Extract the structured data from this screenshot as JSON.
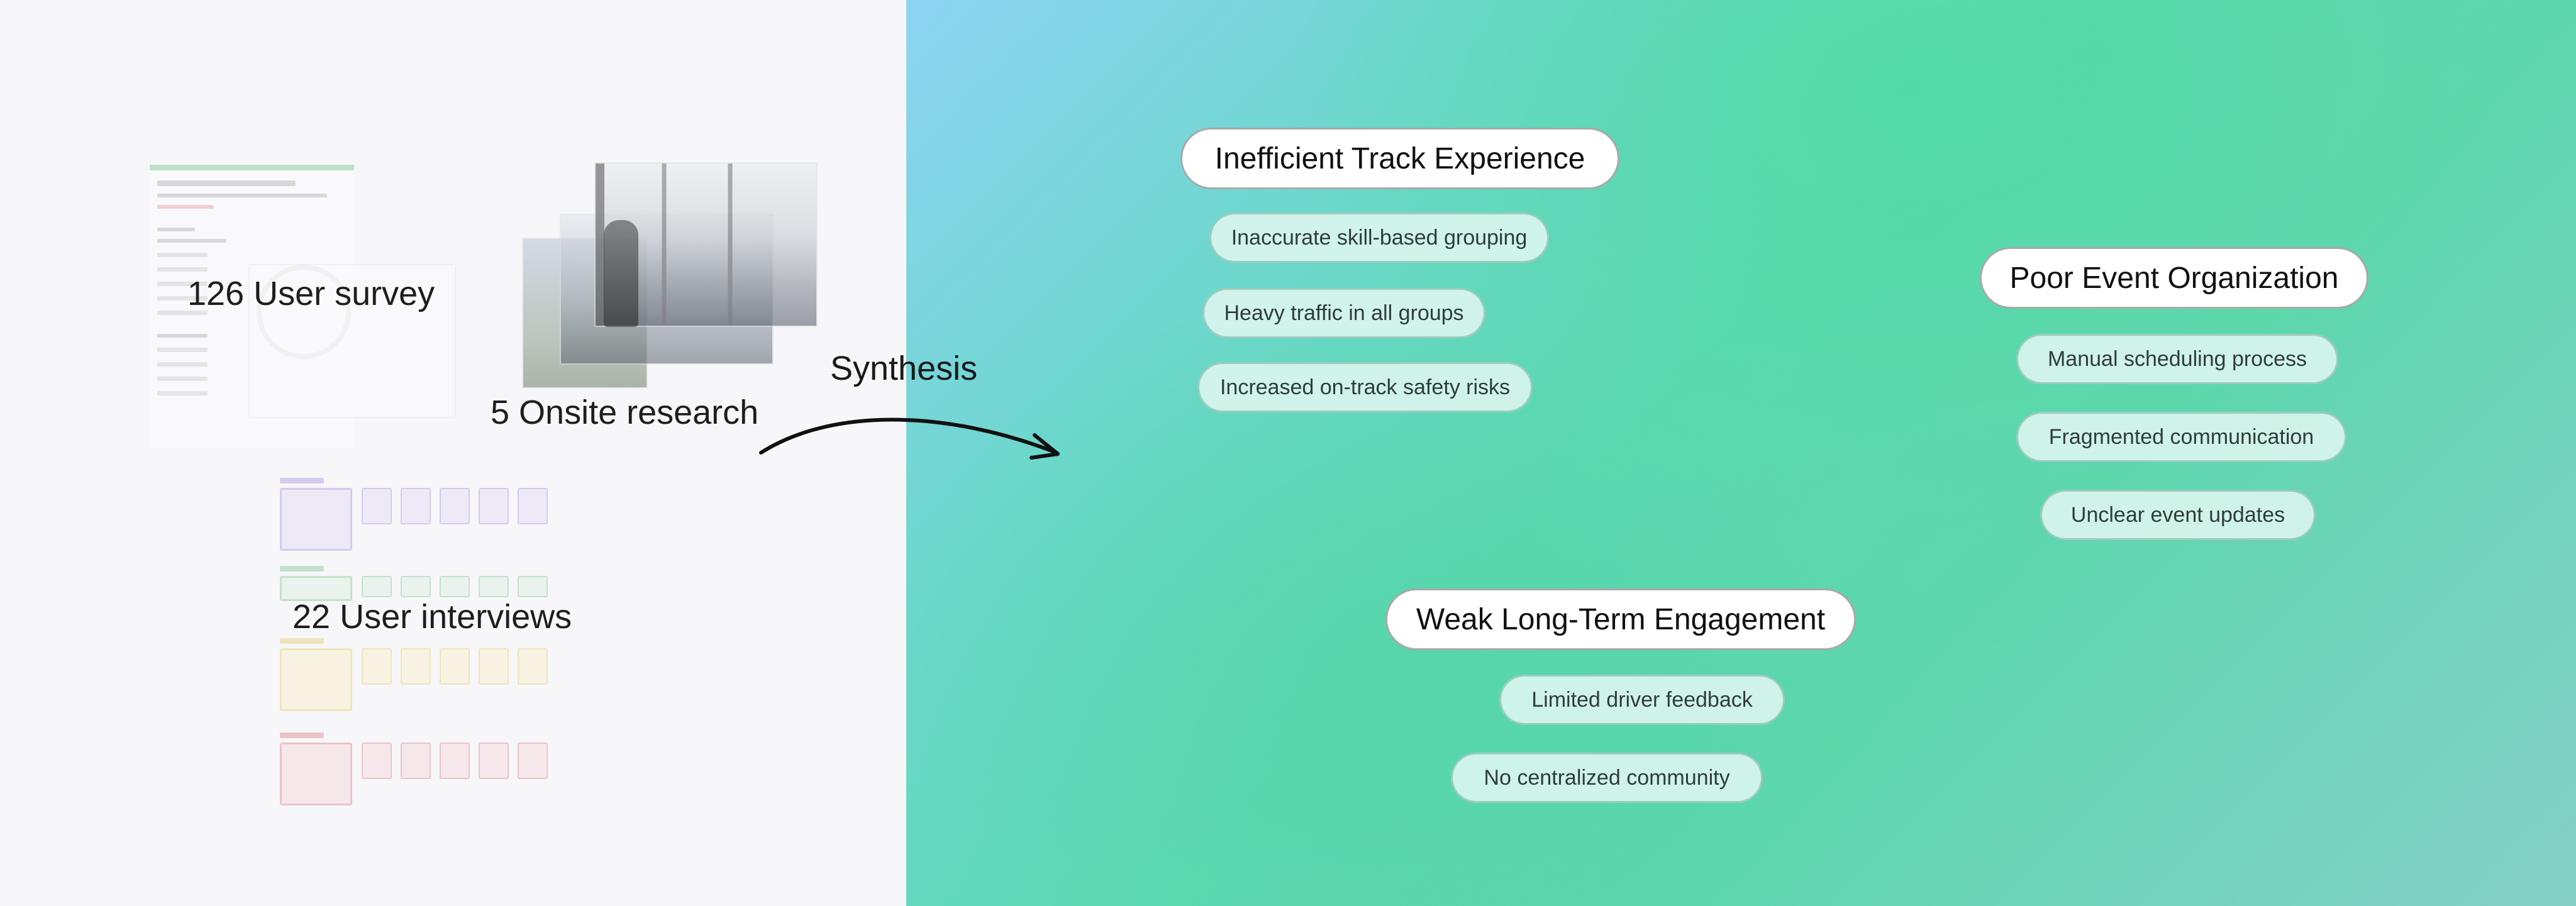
{
  "sources": {
    "survey_label": "126 User survey",
    "onsite_label": "5 Onsite research",
    "interviews_label": "22 User interviews"
  },
  "synthesis_label": "Synthesis",
  "themes": [
    {
      "title": "Inefficient Track Experience",
      "points": [
        "Inaccurate skill-based grouping",
        "Heavy traffic in all groups",
        "Increased on-track safety risks"
      ]
    },
    {
      "title": "Poor Event Organization",
      "points": [
        "Manual scheduling process",
        "Fragmented communication",
        "Unclear event updates"
      ]
    },
    {
      "title": "Weak Long-Term Engagement",
      "points": [
        "Limited driver feedback",
        "No centralized community"
      ]
    }
  ],
  "colors": {
    "left_bg": "#f7f7fa",
    "gradient_blue": "#8dd3f2",
    "gradient_green": "#5bd8b0",
    "pill_sub_bg": "#dcf6ee"
  }
}
